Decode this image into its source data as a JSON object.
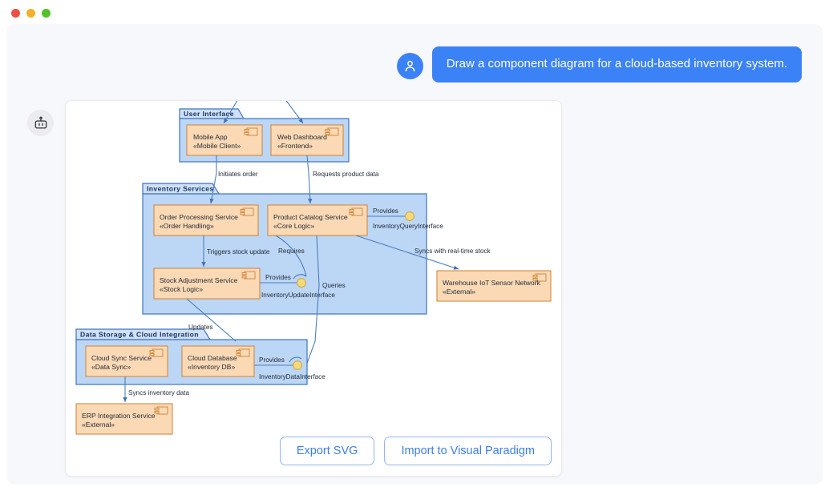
{
  "window": {
    "traffic_lights": [
      "close",
      "minimize",
      "maximize"
    ]
  },
  "conversation": {
    "user": {
      "avatar_icon": "user-icon",
      "message": "Draw a component diagram for a cloud-based inventory system."
    },
    "assistant": {
      "avatar_icon": "robot-icon"
    }
  },
  "card": {
    "actions": [
      {
        "label": "Export SVG",
        "name": "export-svg-button"
      },
      {
        "label": "Import to Visual Paradigm",
        "name": "import-visual-paradigm-button"
      }
    ]
  },
  "diagram": {
    "type": "uml-component-diagram",
    "packages": [
      {
        "id": "ui",
        "title": "User Interface"
      },
      {
        "id": "svc",
        "title": "Inventory Services"
      },
      {
        "id": "storage",
        "title": "Data Storage & Cloud Integration"
      }
    ],
    "components": [
      {
        "id": "mobile",
        "name": "Mobile App",
        "stereotype": "«Mobile Client»",
        "package": "ui"
      },
      {
        "id": "web",
        "name": "Web Dashboard",
        "stereotype": "«Frontend»",
        "package": "ui"
      },
      {
        "id": "order",
        "name": "Order Processing Service",
        "stereotype": "«Order Handling»",
        "package": "svc"
      },
      {
        "id": "catalog",
        "name": "Product Catalog Service",
        "stereotype": "«Core Logic»",
        "package": "svc"
      },
      {
        "id": "stock",
        "name": "Stock Adjustment Service",
        "stereotype": "«Stock Logic»",
        "package": "svc"
      },
      {
        "id": "iot",
        "name": "Warehouse IoT Sensor Network",
        "stereotype": "«External»",
        "package": null
      },
      {
        "id": "sync",
        "name": "Cloud Sync Service",
        "stereotype": "«Data Sync»",
        "package": "storage"
      },
      {
        "id": "db",
        "name": "Cloud Database",
        "stereotype": "«Inventory DB»",
        "package": "storage"
      },
      {
        "id": "erp",
        "name": "ERP Integration Service",
        "stereotype": "«External»",
        "package": null
      }
    ],
    "interfaces": [
      {
        "id": "query",
        "name": "InventoryQueryInterface",
        "provided_by": "catalog",
        "provides_label": "Provides"
      },
      {
        "id": "update",
        "name": "InventoryUpdateInterface",
        "provided_by": "stock",
        "provides_label": "Provides",
        "required_label": "Requires"
      },
      {
        "id": "data",
        "name": "InventoryDataInterface",
        "provided_by": "db",
        "provides_label": "Provides"
      }
    ],
    "connector_labels": [
      "Initiates order",
      "Requests product data",
      "Triggers stock update",
      "Requires",
      "Queries",
      "Provides",
      "Syncs with real-time stock",
      "Updates",
      "Syncs inventory data"
    ],
    "colors": {
      "component_fill": "#fbd9b5",
      "component_stroke": "#d08a42",
      "package_fill": "#bcd6f5",
      "package_stroke": "#3f74c0",
      "package_header_fill": "#cfe0f7",
      "connector": "#4a7fbf",
      "lollipop_fill": "#f5d97a",
      "accent": "#3b82f6"
    }
  }
}
